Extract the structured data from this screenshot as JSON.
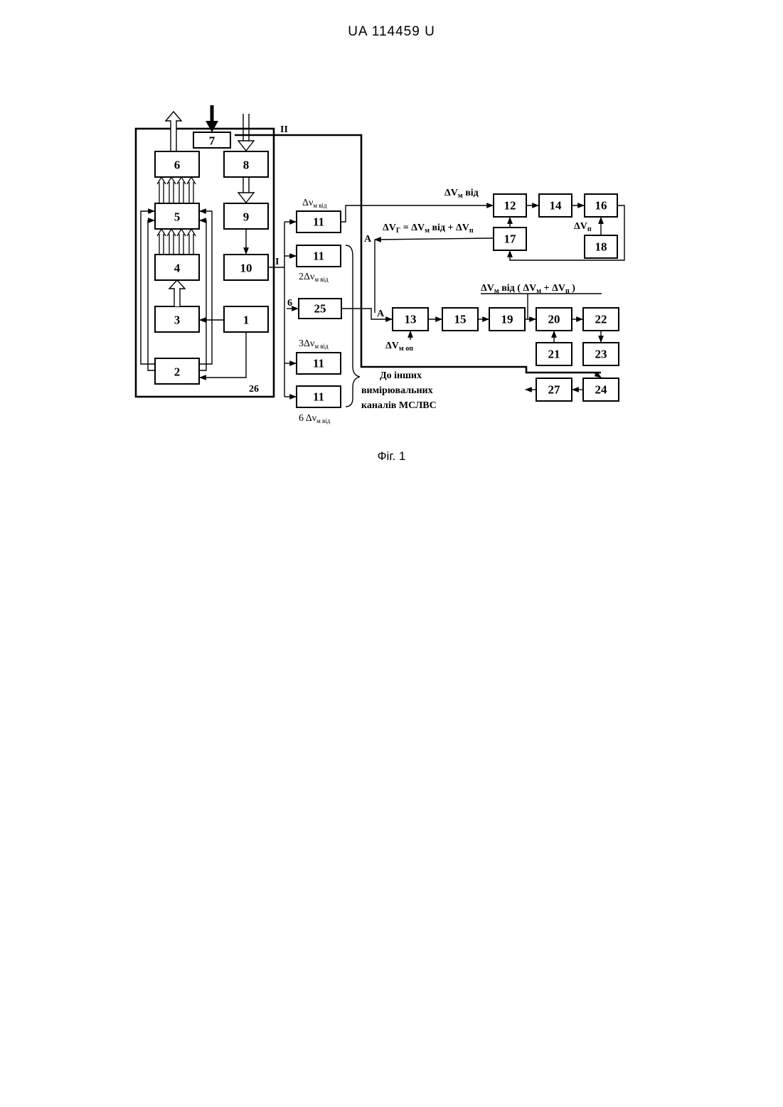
{
  "header": "UA   114459   U",
  "caption": "Фіг. 1",
  "blocks": {
    "b1": "1",
    "b2": "2",
    "b3": "3",
    "b4": "4",
    "b5": "5",
    "b6": "6",
    "b7": "7",
    "b8": "8",
    "b9": "9",
    "b10": "10",
    "b11a": "11",
    "b11b": "11",
    "b11c": "11",
    "b11d": "11",
    "b12": "12",
    "b13": "13",
    "b14": "14",
    "b15": "15",
    "b16": "16",
    "b17": "17",
    "b18": "18",
    "b19": "19",
    "b20": "20",
    "b21": "21",
    "b22": "22",
    "b23": "23",
    "b24": "24",
    "b25": "25",
    "b27": "27"
  },
  "labels": {
    "frame_26": "26",
    "line_II": "II",
    "line_I": "I",
    "input_6": "6",
    "ch1": "Δν",
    "ch1_sub": "м від",
    "ch2": "2Δν",
    "ch2_sub": "м від",
    "ch3": "3Δν",
    "ch3_sub": "м від",
    "ch6": "6 Δν",
    "ch6_sub": "м від",
    "to_12": "ΔV",
    "to_12_sub": "м",
    "to_12_tail": " від",
    "eq17_a": "ΔV",
    "eq17_a_sub": "Г",
    "eq17_b": " = ΔV",
    "eq17_b_sub": "м",
    "eq17_c": " від + ΔV",
    "eq17_c_sub": "п",
    "dv_p": "ΔV",
    "dv_p_sub": "п",
    "formula_a": "ΔV",
    "formula_a_sub": "м",
    "formula_b": " від  ( ΔV",
    "formula_b_sub": "м",
    "formula_c": " + ΔV",
    "formula_c_sub": "п",
    "formula_d": " )",
    "dv_mop": "ΔV",
    "dv_mop_sub": "м оп",
    "mark_a1": "A",
    "mark_a2": "A",
    "brace_1": "До інших",
    "brace_2": "вимірювальних",
    "brace_3": "каналів МСЛВС"
  }
}
